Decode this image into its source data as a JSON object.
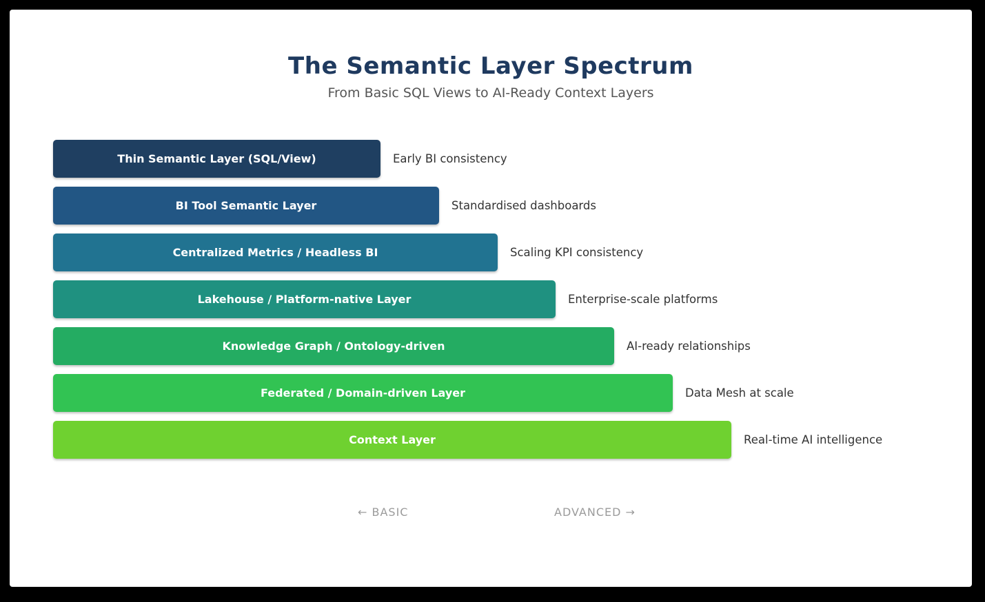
{
  "title": "The Semantic Layer Spectrum",
  "subtitle": "From Basic SQL Views to AI-Ready Context Layers",
  "footer": {
    "basic_label": "← BASIC",
    "advanced_label": "ADVANCED →"
  },
  "chart_data": {
    "type": "bar",
    "orientation": "horizontal",
    "title": "The Semantic Layer Spectrum",
    "subtitle": "From Basic SQL Views to AI-Ready Context Layers",
    "categories": [
      "Thin Semantic Layer (SQL/View)",
      "BI Tool Semantic Layer",
      "Centralized Metrics / Headless BI",
      "Lakehouse / Platform-native Layer",
      "Knowledge Graph / Ontology-driven",
      "Federated / Domain-driven Layer",
      "Context Layer"
    ],
    "values": [
      475,
      560,
      645,
      729,
      814,
      899,
      984
    ],
    "values_unit": "px (relative spectrum position, levels 1-7)",
    "annotations": [
      "Early BI consistency",
      "Standardised dashboards",
      "Scaling KPI consistency",
      "Enterprise-scale platforms",
      "AI-ready relationships",
      "Data Mesh at scale",
      "Real-time AI intelligence"
    ],
    "colors": [
      "#1F3F61",
      "#225684",
      "#217391",
      "#1F9180",
      "#24AC62",
      "#32C353",
      "#6FD130"
    ],
    "title_color": "#1F3A5F",
    "axis_left_label": "← BASIC",
    "axis_right_label": "ADVANCED →",
    "legend": "none",
    "grid": false
  }
}
